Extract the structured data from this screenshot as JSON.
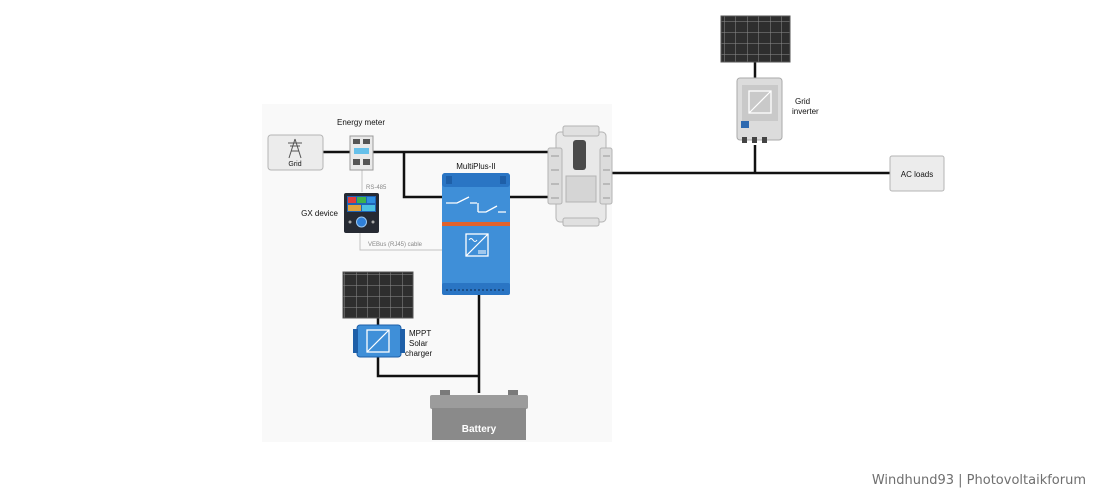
{
  "labels": {
    "energy_meter": "Energy meter",
    "grid": "Grid",
    "rs485": "RS-485",
    "gx_device": "GX device",
    "multiplus": "MultiPlus-II",
    "vebus_cable": "VEBus (RJ45) cable",
    "grid_inverter_1": "Grid",
    "grid_inverter_2": "inverter",
    "ac_loads": "AC loads",
    "mppt_1": "MPPT",
    "mppt_2": "Solar",
    "mppt_3": "charger",
    "battery": "Battery"
  },
  "watermark": "Windhund93 | Photovoltaikforum",
  "colors": {
    "wire": "#111111",
    "victron_blue": "#3f8fd8",
    "victron_blue_dark": "#1e5fa8",
    "orange_stripe": "#e0622c",
    "battery_grey": "#8a8a8a",
    "panel_dark": "#2b2b2b",
    "background_tint": "#f9f9f9"
  }
}
